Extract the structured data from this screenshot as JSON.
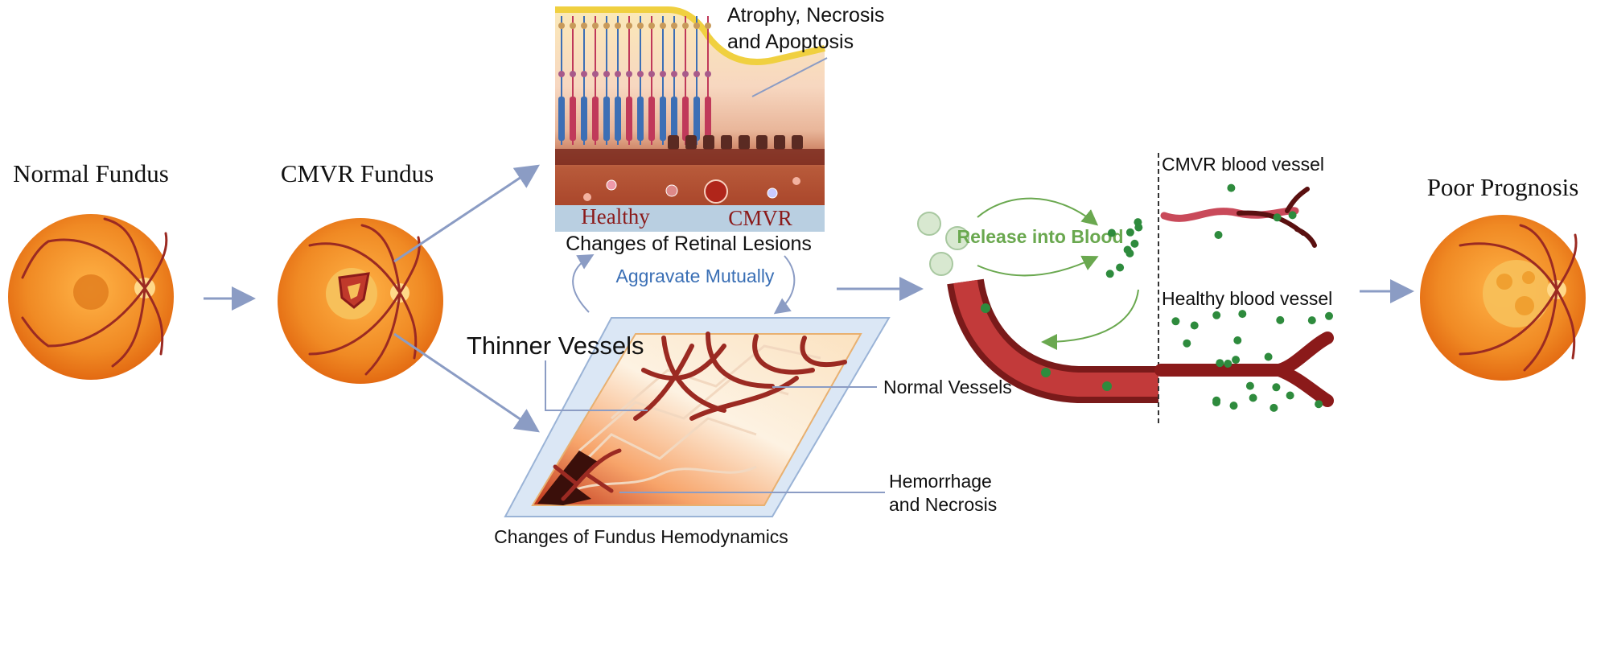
{
  "labels": {
    "normal_fundus": "Normal Fundus",
    "cmvr_fundus": "CMVR Fundus",
    "poor_prognosis": "Poor Prognosis",
    "atrophy_line1": "Atrophy,   Necrosis",
    "atrophy_line2": "and Apoptosis",
    "healthy": "Healthy",
    "cmvr": "CMVR",
    "retinal_changes": "Changes of Retinal Lesions",
    "aggravate": "Aggravate Mutually",
    "thinner_vessels": "Thinner Vessels",
    "normal_vessels": "Normal Vessels",
    "hemorrhage_line1": "Hemorrhage",
    "hemorrhage_line2": "and Necrosis",
    "hemodynamics": "Changes of  Fundus Hemodynamics",
    "release_into_blood": "Release into Blood",
    "cmvr_blood_vessel": "CMVR blood vessel",
    "healthy_blood_vessel": "Healthy blood vessel"
  },
  "colors": {
    "arrow": "#8b9cc4",
    "fundus_orange": "#f08a24",
    "vessel_red": "#9b2a22",
    "healthy_text": "#8b1a1a",
    "aggravate_text": "#3a6fb5",
    "release_text": "#6aa84f",
    "particle_green": "#2e8b3d"
  },
  "icons": {
    "fundus": "eye-fundus-icon",
    "virus_tablet": "tablet-icon",
    "particle": "green-particle-icon"
  }
}
